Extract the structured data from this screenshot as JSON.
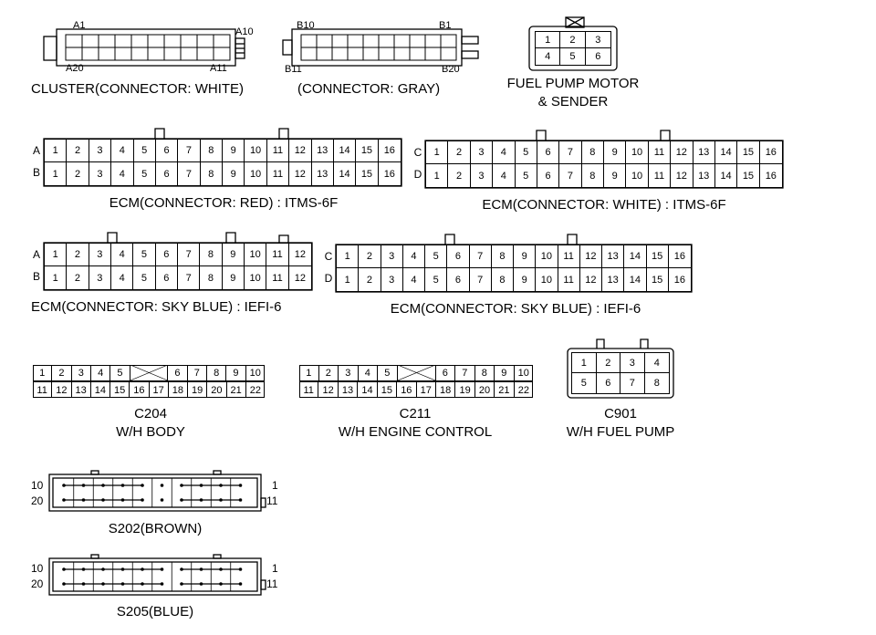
{
  "cluster_white": {
    "caption": "CLUSTER(CONNECTOR: WHITE)",
    "pin_labels": [
      "A1",
      "A10",
      "A20",
      "A11"
    ]
  },
  "gray_connector": {
    "caption": "(CONNECTOR: GRAY)",
    "pin_labels": [
      "B10",
      "B1",
      "B11",
      "B20"
    ]
  },
  "fuel_pump_motor": {
    "caption_line1": "FUEL PUMP MOTOR",
    "caption_line2": "& SENDER",
    "rows": [
      [
        "1",
        "2",
        "3"
      ],
      [
        "4",
        "5",
        "6"
      ]
    ]
  },
  "ecm_red": {
    "caption": "ECM(CONNECTOR: RED) : ITMS-6F",
    "row_labels": [
      "A",
      "B"
    ],
    "pins": [
      "1",
      "2",
      "3",
      "4",
      "5",
      "6",
      "7",
      "8",
      "9",
      "10",
      "11",
      "12",
      "13",
      "14",
      "15",
      "16"
    ]
  },
  "ecm_white": {
    "caption": "ECM(CONNECTOR: WHITE) : ITMS-6F",
    "row_labels": [
      "C",
      "D"
    ],
    "pins": [
      "1",
      "2",
      "3",
      "4",
      "5",
      "6",
      "7",
      "8",
      "9",
      "10",
      "11",
      "12",
      "13",
      "14",
      "15",
      "16"
    ]
  },
  "ecm_sky_12": {
    "caption": "ECM(CONNECTOR: SKY BLUE) : IEFI-6",
    "row_labels": [
      "A",
      "B"
    ],
    "pins": [
      "1",
      "2",
      "3",
      "4",
      "5",
      "6",
      "7",
      "8",
      "9",
      "10",
      "11",
      "12"
    ]
  },
  "ecm_sky_16": {
    "caption": "ECM(CONNECTOR: SKY BLUE) : IEFI-6",
    "row_labels": [
      "C",
      "D"
    ],
    "pins": [
      "1",
      "2",
      "3",
      "4",
      "5",
      "6",
      "7",
      "8",
      "9",
      "10",
      "11",
      "12",
      "13",
      "14",
      "15",
      "16"
    ]
  },
  "c204": {
    "caption_line1": "C204",
    "caption_line2": "W/H BODY",
    "top_row": [
      "1",
      "2",
      "3",
      "4",
      "5",
      "",
      "6",
      "7",
      "8",
      "9",
      "10"
    ],
    "bottom_row": [
      "11",
      "12",
      "13",
      "14",
      "15",
      "16",
      "17",
      "18",
      "19",
      "20",
      "21",
      "22"
    ]
  },
  "c211": {
    "caption_line1": "C211",
    "caption_line2": "W/H ENGINE CONTROL",
    "top_row": [
      "1",
      "2",
      "3",
      "4",
      "5",
      "",
      "6",
      "7",
      "8",
      "9",
      "10"
    ],
    "bottom_row": [
      "11",
      "12",
      "13",
      "14",
      "15",
      "16",
      "17",
      "18",
      "19",
      "20",
      "21",
      "22"
    ]
  },
  "c901": {
    "caption_line1": "C901",
    "caption_line2": "W/H FUEL PUMP",
    "rows": [
      [
        "1",
        "2",
        "3",
        "4"
      ],
      [
        "5",
        "6",
        "7",
        "8"
      ]
    ]
  },
  "s202": {
    "caption": "S202(BROWN)",
    "end_labels": [
      "10",
      "1",
      "20",
      "11"
    ]
  },
  "s205": {
    "caption": "S205(BLUE)",
    "end_labels": [
      "10",
      "1",
      "20",
      "11"
    ]
  }
}
